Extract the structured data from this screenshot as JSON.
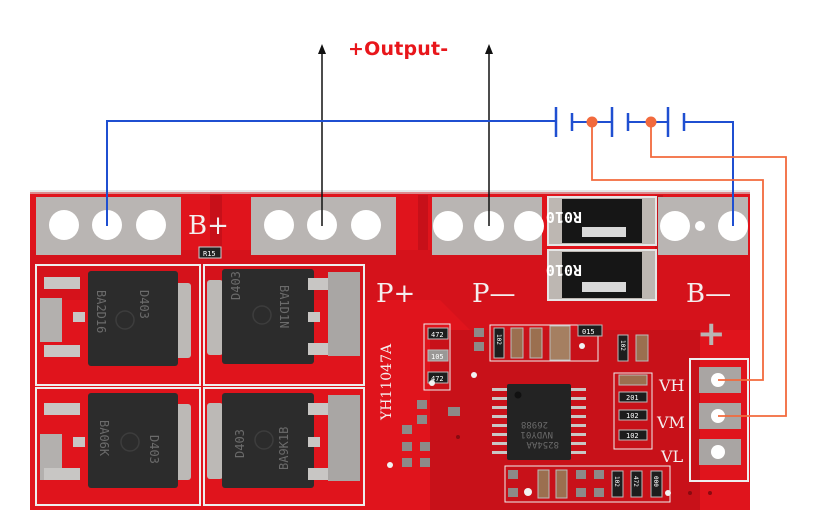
{
  "diagram": {
    "title": "+Output-",
    "title_color": "#e8161b",
    "wire_colors": {
      "battery_line": "#1f4fd1",
      "output_arrows": "#111111",
      "balance_taps": "#f26a3d"
    },
    "board": {
      "color": "#e0141c",
      "model": "YH11047A",
      "terminal_labels": {
        "b_plus": "B+",
        "p_plus": "P+",
        "p_minus": "P—",
        "b_minus": "B—",
        "plus_sign": "+"
      },
      "balance_pins": [
        {
          "label": "VH",
          "connected": true
        },
        {
          "label": "VM",
          "connected": true
        },
        {
          "label": "VL",
          "connected": false
        }
      ],
      "shunt_resistors": [
        {
          "marking": "R010"
        },
        {
          "marking": "R010"
        }
      ],
      "mosfets": [
        {
          "part": "D403",
          "lot": "BA2D16"
        },
        {
          "part": "D403",
          "lot": "BA1D1N"
        },
        {
          "part": "D403",
          "lot": "BA06K"
        },
        {
          "part": "D403",
          "lot": "BA9K1B"
        }
      ],
      "ic": {
        "line1": "8254AA",
        "line2": "NVDY01",
        "line3": "26988"
      },
      "smd_markings": {
        "top_small": "R15",
        "left_col": [
          "472",
          "105",
          "472"
        ],
        "mid_row": [
          "102",
          "015"
        ],
        "right_col": [
          "102",
          "201",
          "102",
          "102"
        ],
        "bottom_row": [
          "102",
          "472",
          "000"
        ]
      }
    },
    "battery_cells": 3
  }
}
